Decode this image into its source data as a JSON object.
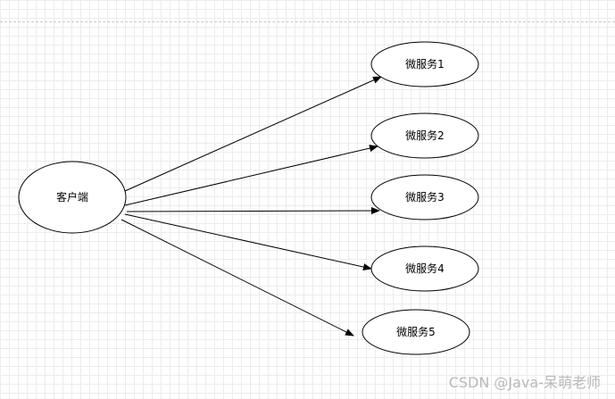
{
  "diagram": {
    "client": {
      "label": "客户端"
    },
    "services": [
      {
        "label": "微服务1"
      },
      {
        "label": "微服务2"
      },
      {
        "label": "微服务3"
      },
      {
        "label": "微服务4"
      },
      {
        "label": "微服务5"
      }
    ],
    "stroke_color": "#000000",
    "fill_color": "#ffffff"
  },
  "watermark": "CSDN @Java-呆萌老师"
}
